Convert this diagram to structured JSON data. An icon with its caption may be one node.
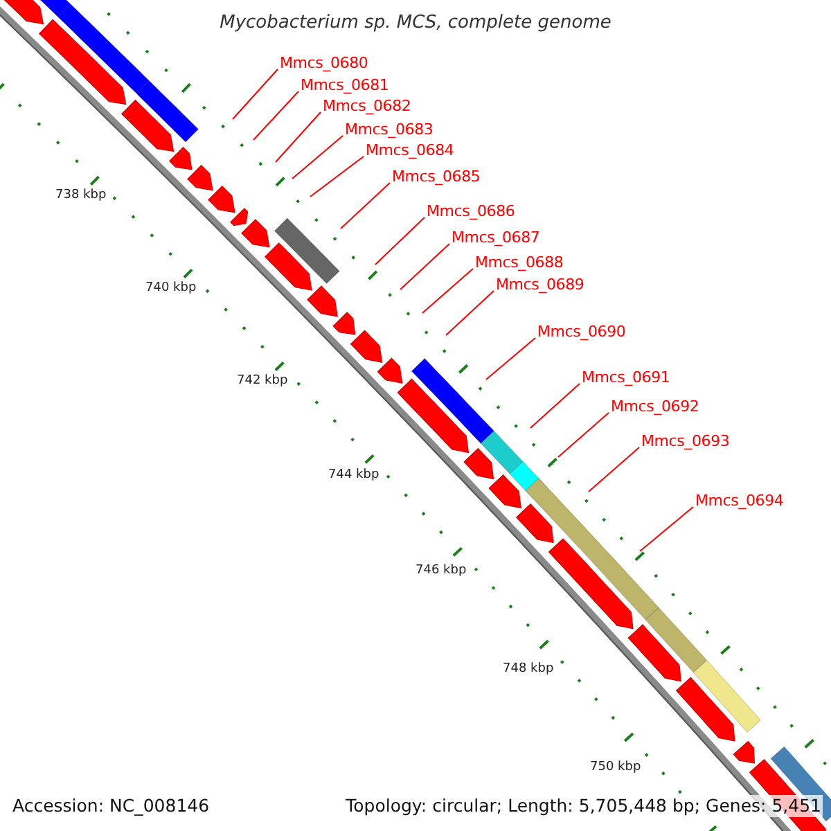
{
  "diagram": {
    "title": "Mycobacterium sp. MCS, complete genome",
    "nodes": [
      {
        "text": [
          "Mmcs_0680"
        ]
      },
      {
        "text": [
          "Mmcs_0681"
        ]
      },
      {
        "text": [
          "Mmcs_0682"
        ]
      },
      {
        "text": [
          "Mmcs_0683"
        ]
      },
      {
        "text": [
          "Mmcs_0684"
        ]
      },
      {
        "text": [
          "Mmcs_0685"
        ]
      },
      {
        "text": [
          "Mmcs_0686"
        ]
      },
      {
        "text": [
          "Mmcs_0687"
        ]
      },
      {
        "text": [
          "Mmcs_0688"
        ]
      },
      {
        "text": [
          "Mmcs_0689"
        ]
      },
      {
        "text": [
          "Mmcs_0690"
        ]
      },
      {
        "text": [
          "Mmcs_0691"
        ]
      },
      {
        "text": [
          "Mmcs_0692"
        ]
      },
      {
        "text": [
          "Mmcs_0693"
        ]
      },
      {
        "text": [
          "Mmcs_0694"
        ]
      }
    ],
    "edges": [
      {
        "from": 0,
        "to": null,
        "arrow": "none"
      },
      {
        "from": 1,
        "to": null,
        "arrow": "none"
      },
      {
        "from": 2,
        "to": null,
        "arrow": "none"
      },
      {
        "from": 3,
        "to": null,
        "arrow": "none"
      },
      {
        "from": 4,
        "to": null,
        "arrow": "none"
      },
      {
        "from": 5,
        "to": null,
        "arrow": "none"
      },
      {
        "from": 6,
        "to": null,
        "arrow": "none"
      },
      {
        "from": 7,
        "to": null,
        "arrow": "none"
      },
      {
        "from": 8,
        "to": null,
        "arrow": "none"
      },
      {
        "from": 9,
        "to": null,
        "arrow": "none"
      },
      {
        "from": 10,
        "to": null,
        "arrow": "none"
      },
      {
        "from": 11,
        "to": null,
        "arrow": "none"
      },
      {
        "from": 12,
        "to": null,
        "arrow": "none"
      },
      {
        "from": 13,
        "to": null,
        "arrow": "none"
      },
      {
        "from": 14,
        "to": null,
        "arrow": "none"
      }
    ],
    "labels": [
      "738 kbp",
      "740 kbp",
      "742 kbp",
      "744 kbp",
      "746 kbp",
      "748 kbp",
      "750 kbp",
      "Accession: NC_008146",
      "Topology: circular; Length: 5,705,448 bp; Genes: 5,451"
    ]
  }
}
